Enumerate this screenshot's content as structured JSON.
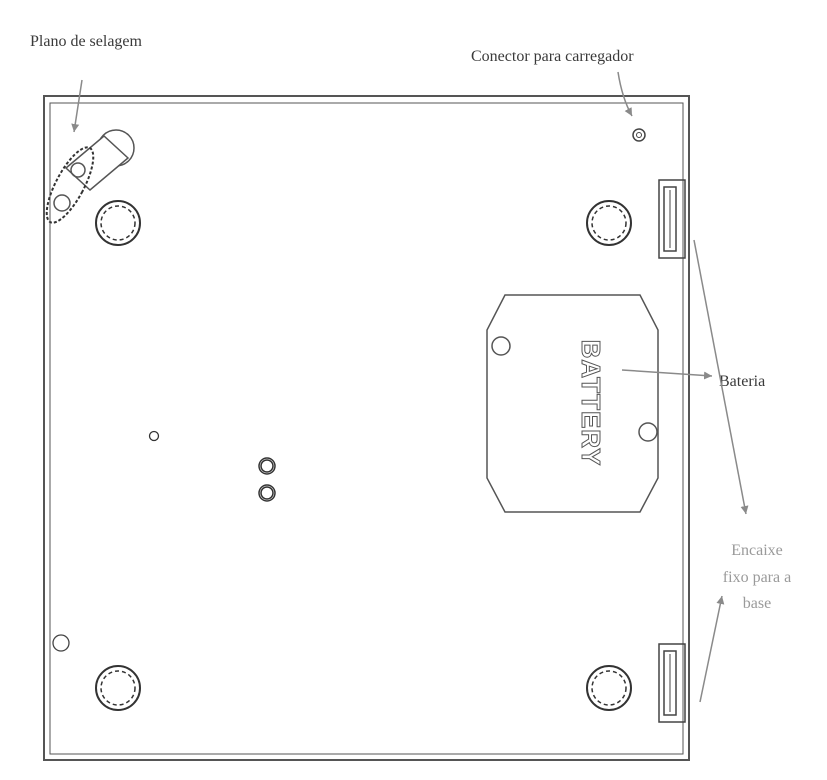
{
  "labels": {
    "sealing_plane": "Plano de selagem",
    "charger_connector": "Conector para carregador",
    "battery": "Bateria",
    "fixed_fit_line1": "Encaixe",
    "fixed_fit_line2": "fixo para a",
    "fixed_fit_line3": "base"
  },
  "battery_cover_text": "BATTERY",
  "colors": {
    "outline": "#555555",
    "label_text": "#3a3a3a",
    "label_grey": "#9a9a9a",
    "arrow": "#8a8a8a"
  }
}
